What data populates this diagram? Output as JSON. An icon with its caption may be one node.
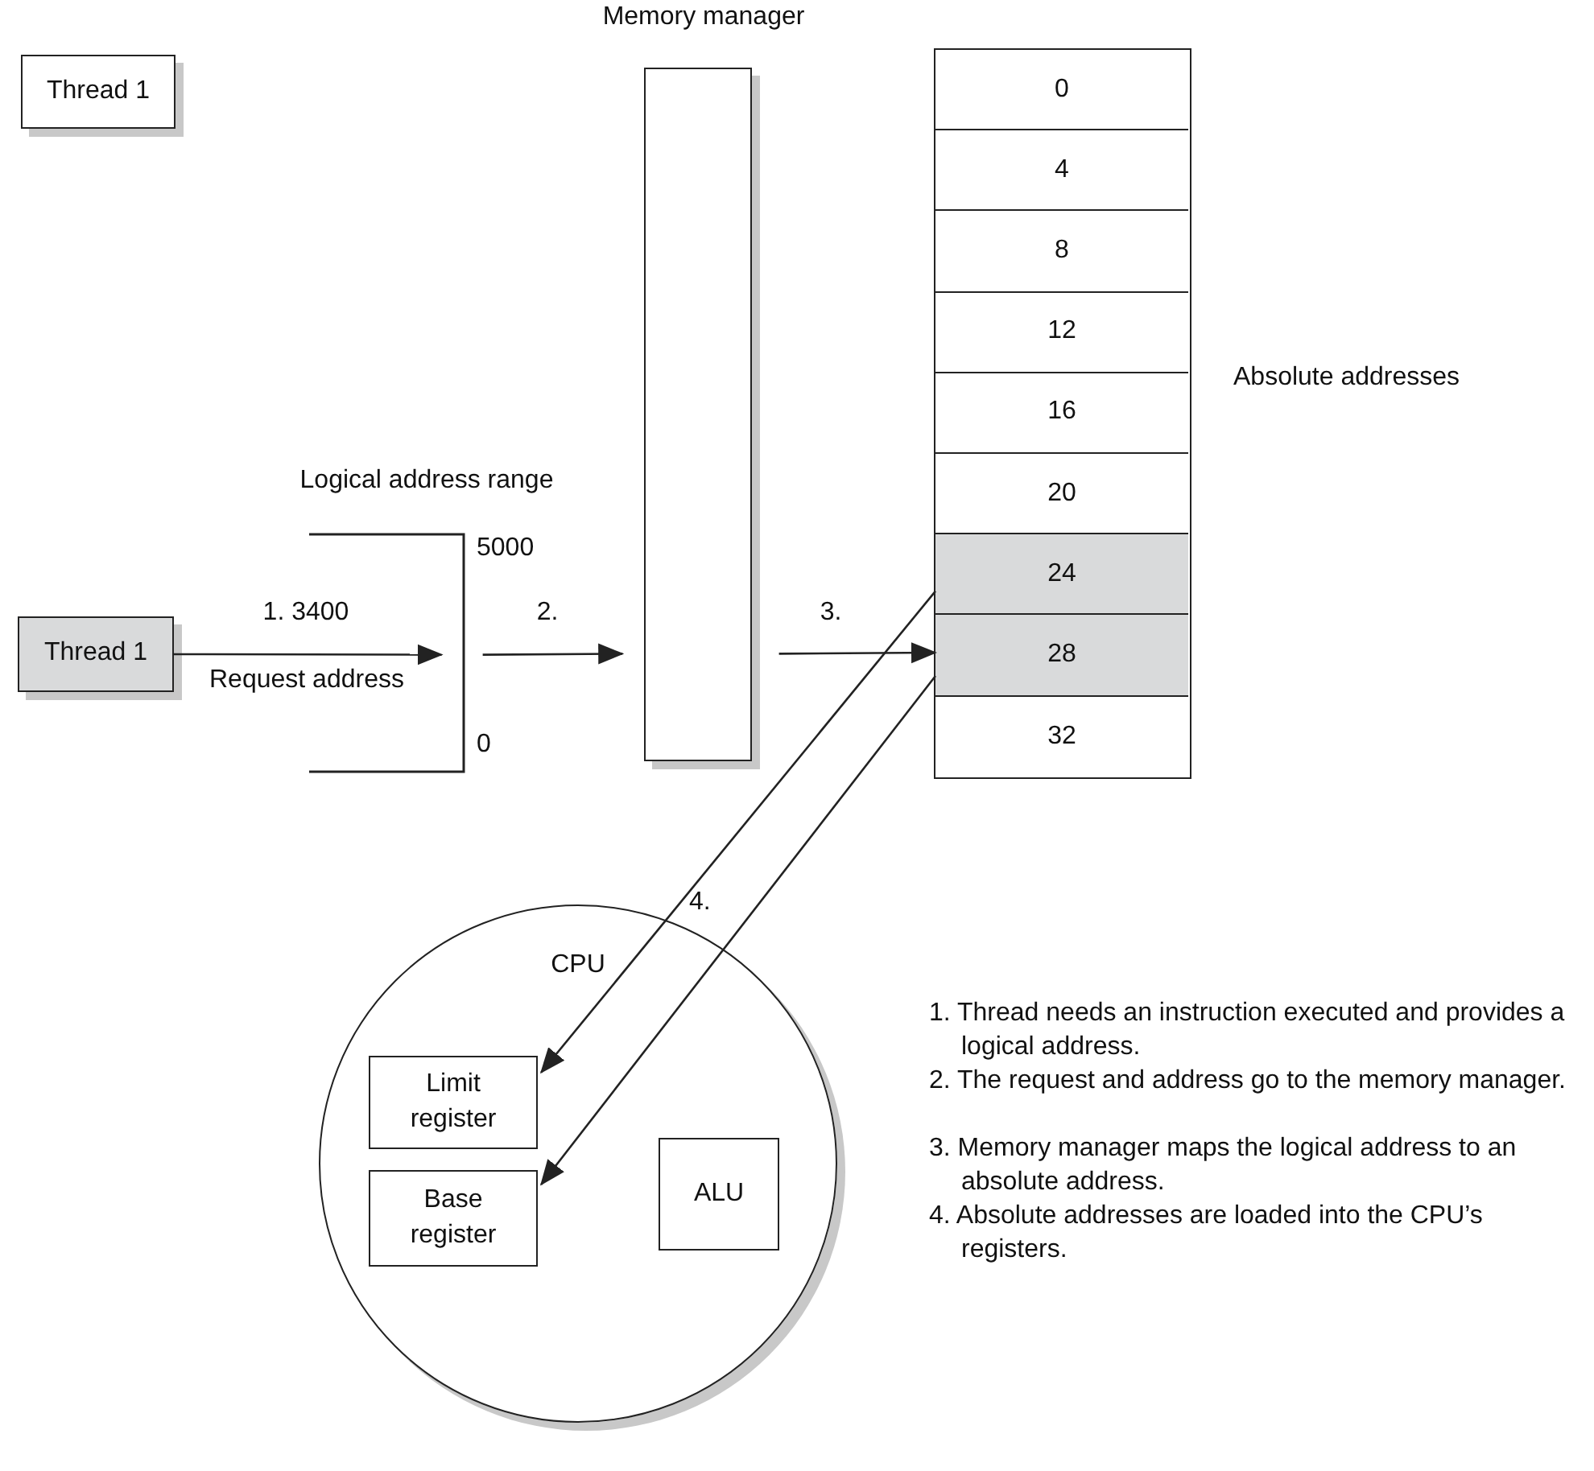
{
  "diagram": {
    "nodes": [
      {
        "text": [
          "Thread 1"
        ]
      },
      {
        "text": [
          "Thread 1"
        ]
      },
      {
        "text": [
          "Logical address range",
          "5000",
          "0"
        ]
      },
      {
        "text": [
          "Memory manager"
        ]
      },
      {
        "text": [],
        "shape": "box",
        "beside": [
          "Absolute addresses"
        ]
      },
      {
        "text": [
          "0"
        ],
        "in": 4
      },
      {
        "text": [
          "4"
        ],
        "in": 4
      },
      {
        "text": [
          "8"
        ],
        "in": 4
      },
      {
        "text": [
          "12"
        ],
        "in": 4
      },
      {
        "text": [
          "16"
        ],
        "in": 4
      },
      {
        "text": [
          "20"
        ],
        "in": 4
      },
      {
        "text": [
          "24"
        ],
        "in": 4
      },
      {
        "text": [
          "28"
        ],
        "in": 4
      },
      {
        "text": [
          "32"
        ],
        "in": 4
      },
      {
        "text": [
          "CPU"
        ]
      },
      {
        "text": [
          "Limit register"
        ],
        "in": 14
      },
      {
        "text": [
          "Base register"
        ],
        "in": 14
      },
      {
        "text": [
          "ALU"
        ],
        "in": 14
      }
    ],
    "edges": [
      {
        "from": 1,
        "to": 2,
        "arrow": "to",
        "label": "1. 3400"
      },
      {
        "from": 2,
        "to": 3,
        "arrow": "to",
        "label": "2."
      },
      {
        "from": 3,
        "to": 12,
        "arrow": "to",
        "label": "3."
      },
      {
        "from": 11,
        "to": 15,
        "arrow": "to"
      },
      {
        "from": 12,
        "to": 16,
        "arrow": "to"
      }
    ],
    "labels": [
      "Request address",
      "4.",
      "1. Thread needs an instruction executed and provides a logical address.",
      "2. The request and address go to the memory manager.",
      "3. Memory manager maps the logical address to an absolute address.",
      "4. Absolute addresses are loaded into the CPU’s registers."
    ]
  }
}
